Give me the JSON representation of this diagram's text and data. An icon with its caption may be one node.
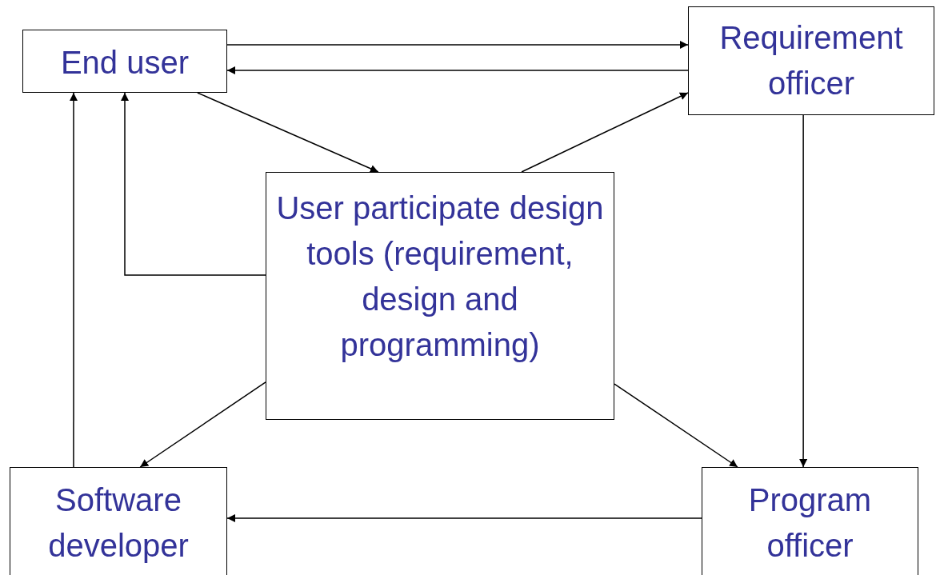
{
  "diagram": {
    "nodes": [
      {
        "text": [
          "End user"
        ]
      },
      {
        "text": [
          "Requirement officer"
        ]
      },
      {
        "text": [
          "User participate design tools (requirement, design and programming)"
        ]
      },
      {
        "text": [
          "Software developer"
        ]
      },
      {
        "text": [
          "Program officer"
        ]
      }
    ],
    "edges": [
      {
        "from": 0,
        "to": 1,
        "arrow": "to"
      },
      {
        "from": 1,
        "to": 0,
        "arrow": "to"
      },
      {
        "from": 0,
        "to": 2,
        "arrow": "to"
      },
      {
        "from": 2,
        "to": 1,
        "arrow": "to"
      },
      {
        "from": 2,
        "to": 0,
        "arrow": "to"
      },
      {
        "from": 1,
        "to": 4,
        "arrow": "to"
      },
      {
        "from": 2,
        "to": 3,
        "arrow": "to"
      },
      {
        "from": 2,
        "to": 4,
        "arrow": "to"
      },
      {
        "from": 4,
        "to": 3,
        "arrow": "to"
      },
      {
        "from": 3,
        "to": 0,
        "arrow": "to"
      }
    ]
  }
}
